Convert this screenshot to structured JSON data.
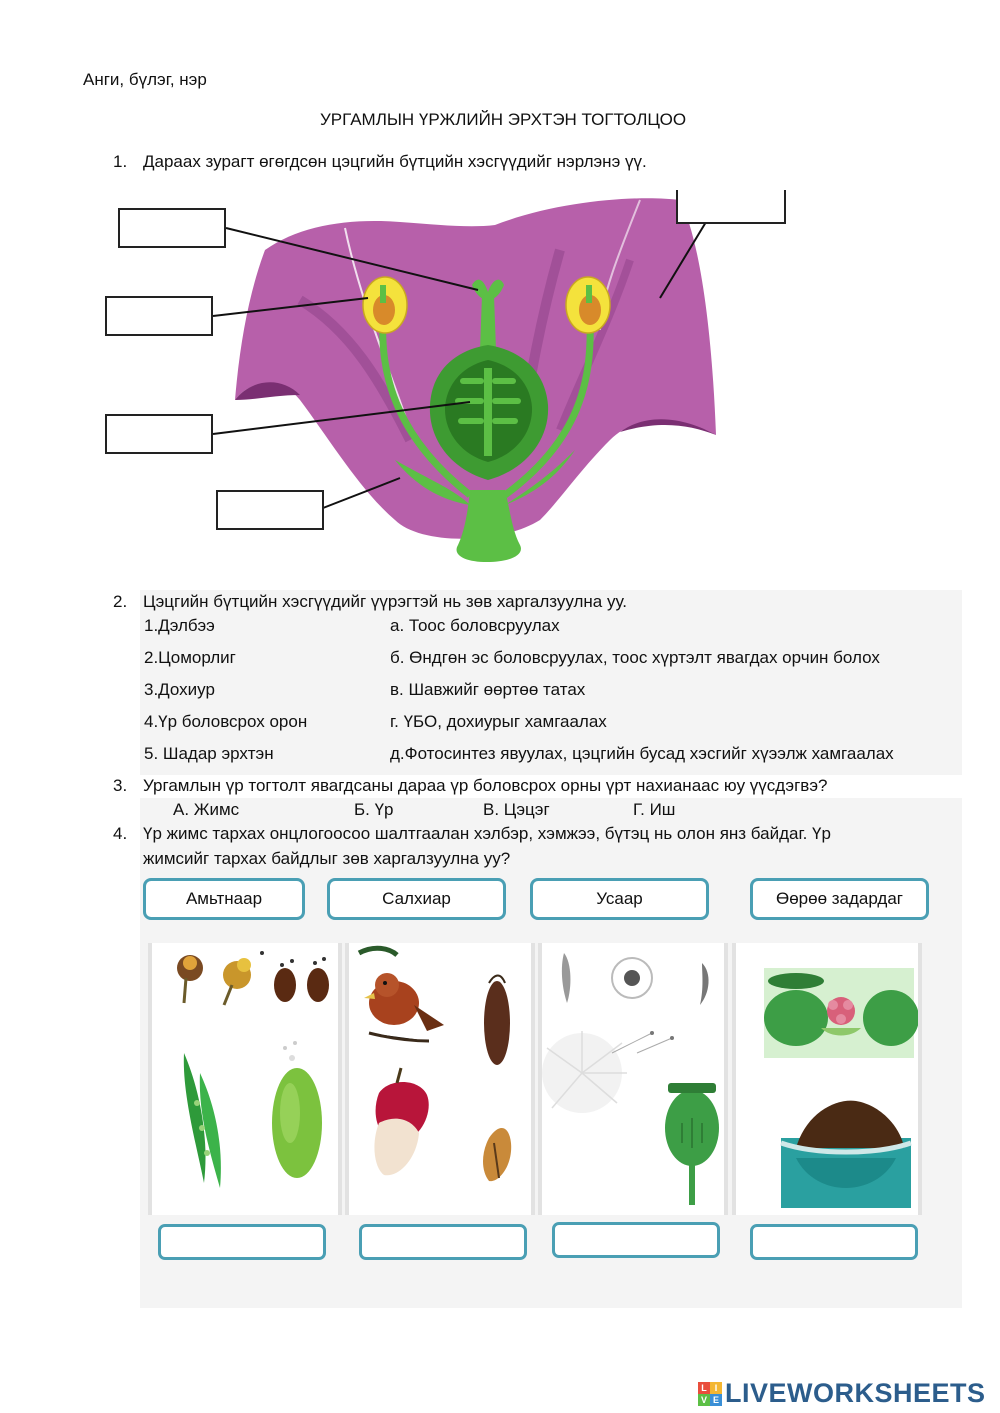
{
  "header": {
    "name_line": "Анги, бүлэг, нэр",
    "title": "УРГАМЛЫН ҮРЖЛИЙН ЭРХТЭН ТОГТОЛЦОО"
  },
  "q1": {
    "number": "1.",
    "text": "Дараах зурагт өгөгдсөн цэцгийн бүтцийн хэсгүүдийг нэрлэнэ үү."
  },
  "q2": {
    "number": "2.",
    "text": "Цэцгийн бүтцийн хэсгүүдийг үүрэгтэй нь зөв харгалзуулна уу.",
    "rows": [
      {
        "left": "1.Дэлбээ",
        "right": "а. Тоос боловсруулах"
      },
      {
        "left": "2.Цоморлиг",
        "right": "б. Өндгөн эс боловсруулах, тоос хүртэлт явагдах орчин болох"
      },
      {
        "left": "3.Дохиур",
        "right": "в. Шавжийг өөртөө татах"
      },
      {
        "left": "4.Үр боловсрох орон",
        "right": "г. ҮБО, дохиурыг хамгаалах"
      },
      {
        "left": "5. Шадар эрхтэн",
        "right": "д.Фотосинтез явуулах, цэцгийн бусад хэсгийг хүээлж хамгаалах"
      }
    ]
  },
  "q3": {
    "number": "3.",
    "text": "Ургамлын үр тогтолт  явагдсаны дараа үр боловсрох орны үрт нахианаас юу үүсдэгвэ?",
    "options": [
      "А. Жимс",
      "Б. Үр",
      "В. Цэцэг",
      "Г. Иш"
    ]
  },
  "q4": {
    "number": "4.",
    "text_line1": "Үр жимс тархах онцлогоосоо шалтгаалан хэлбэр, хэмжээ, бүтэц нь олон янз байдаг. Үр",
    "text_line2": "жимсийг тархах байдлыг зөв харгалзуулна уу?",
    "choices": [
      "Амьтнаар",
      "Салхиар",
      "Усаар",
      "Өөрөө задардаг"
    ]
  },
  "footer": {
    "logo_text": "LIVEWORKSHEETS",
    "logo_mark": [
      "L",
      "I",
      "V",
      "E"
    ]
  },
  "colors": {
    "accent": "#4a9fb4",
    "petal": "#b760aa",
    "stem": "#5cbf45",
    "anther": "#f4e23c",
    "logo": "#2c5d8c"
  }
}
